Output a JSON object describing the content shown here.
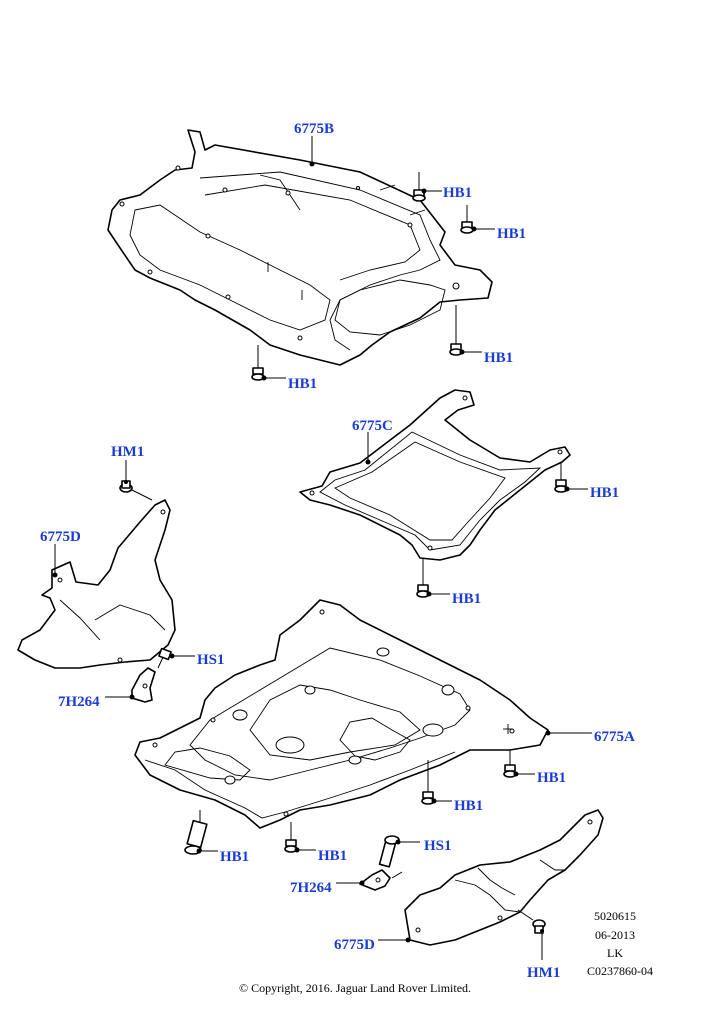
{
  "labels": {
    "shield_b": "6775B",
    "shield_c": "6775C",
    "shield_d_left": "6775D",
    "shield_d_right": "6775D",
    "shield_a": "6775A",
    "hb1": "HB1",
    "hm1": "HM1",
    "hs1": "HS1",
    "bracket_7h264": "7H264"
  },
  "meta": {
    "code": "5020615",
    "date": "06-2013",
    "initials": "LK",
    "ref": "C0237860-04"
  },
  "copyright": "© Copyright, 2016. Jaguar Land Rover Limited.",
  "colors": {
    "callout": "#1a3bd6",
    "lines": "#000000"
  },
  "icons": [
    "bolt-icon",
    "clip-icon"
  ]
}
